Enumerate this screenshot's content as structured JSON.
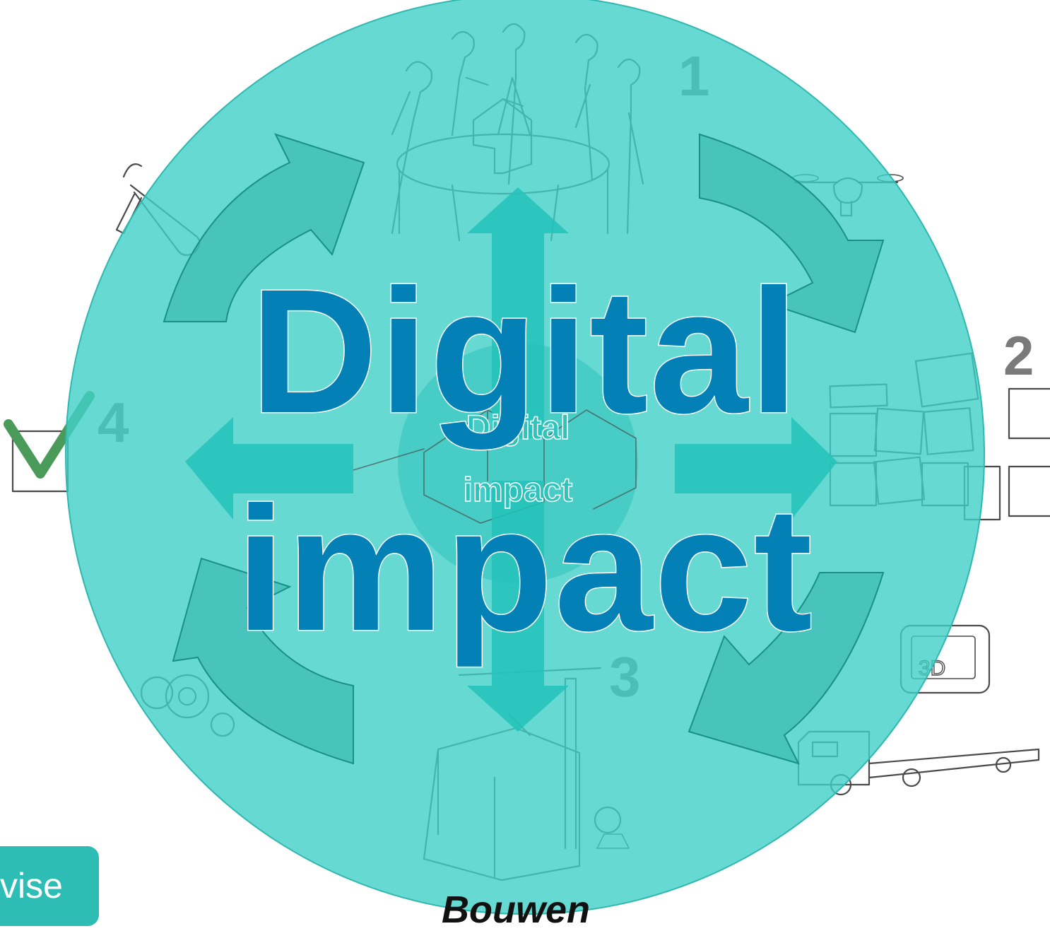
{
  "title": {
    "line1": "Digital",
    "line2": "impact"
  },
  "center_label": {
    "line1": "Digital",
    "line2": "impact"
  },
  "step_numbers": [
    "1",
    "2",
    "3",
    "4"
  ],
  "phase_label_bottom": "Bouwen",
  "brand_partial_text": "vise",
  "colors": {
    "circle_fill": "#40d0c8",
    "title_text": "#0381b6",
    "arrows": "#2fbdb3",
    "brand_badge": "#2ebdb5"
  },
  "icons": [
    "meeting-icon",
    "drone-icon",
    "sticky-notes-icon",
    "3d-printer-icon",
    "truck-icon",
    "construction-site-icon",
    "gears-icon",
    "tools-icon",
    "checkmark-icon"
  ]
}
